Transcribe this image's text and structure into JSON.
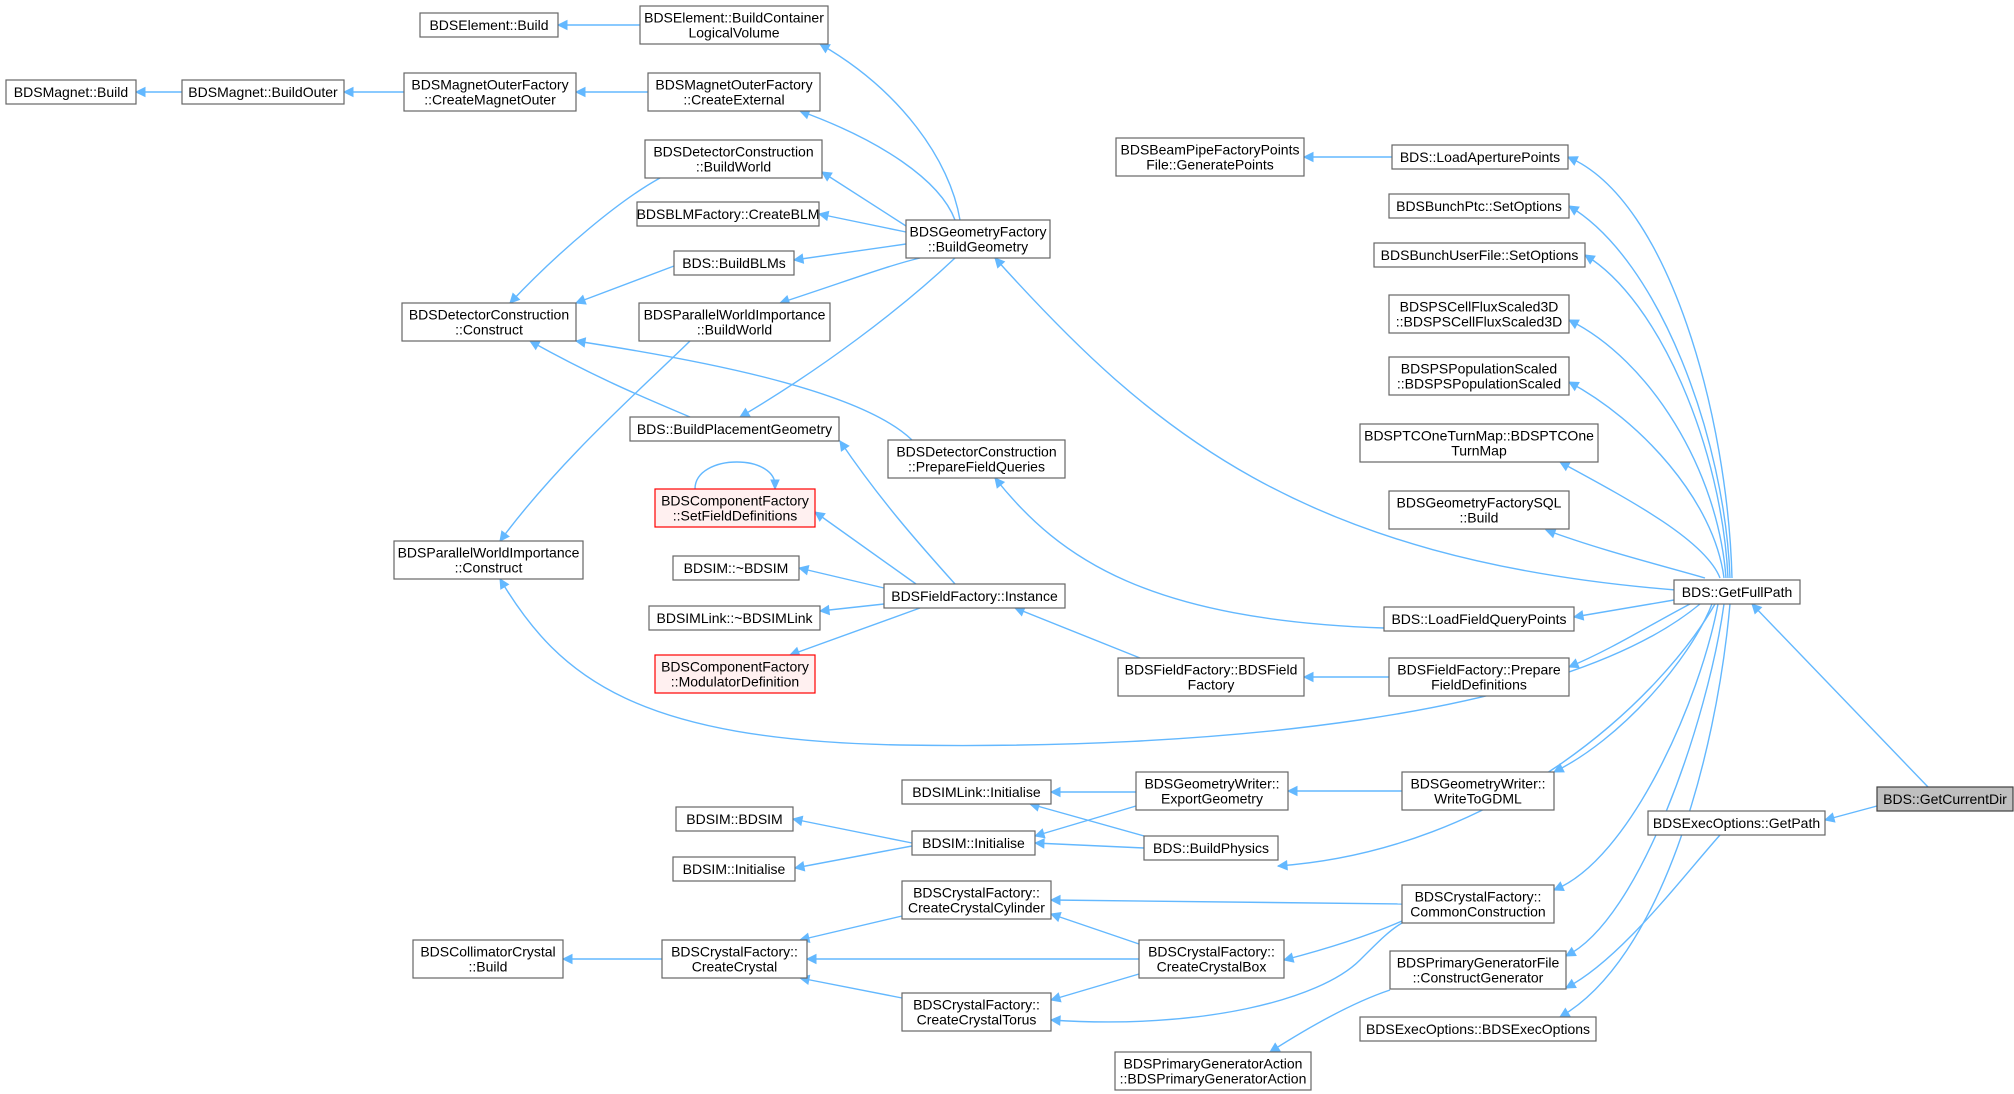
{
  "colors": {
    "edge": "#63b8ff",
    "node_border": "#666666",
    "node_fill": "#ffffff",
    "highlight_fill": "#bfbfbf",
    "highlight_border": "#404040",
    "red_border": "#ff0000",
    "red_fill": "#fff0f0"
  },
  "nodes": [
    {
      "id": "getcurrentdir",
      "lines": [
        "BDS::GetCurrentDir"
      ],
      "style": "highlight"
    },
    {
      "id": "getfullpath",
      "lines": [
        "BDS::GetFullPath"
      ]
    },
    {
      "id": "execopt_getpath",
      "lines": [
        "BDSExecOptions::GetPath"
      ]
    },
    {
      "id": "loadaperture",
      "lines": [
        "BDS::LoadAperturePoints"
      ]
    },
    {
      "id": "bunchptc",
      "lines": [
        "BDSBunchPtc::SetOptions"
      ]
    },
    {
      "id": "bunchuser",
      "lines": [
        "BDSBunchUserFile::SetOptions"
      ]
    },
    {
      "id": "pscellflux",
      "lines": [
        "BDSPSCellFluxScaled3D",
        "::BDSPSCellFluxScaled3D"
      ]
    },
    {
      "id": "pspop",
      "lines": [
        "BDSPSPopulationScaled",
        "::BDSPSPopulationScaled"
      ]
    },
    {
      "id": "ptconeturn",
      "lines": [
        "BDSPTCOneTurnMap::BDSPTCOne",
        "TurnMap"
      ]
    },
    {
      "id": "geomsql",
      "lines": [
        "BDSGeometryFactorySQL",
        "::Build"
      ]
    },
    {
      "id": "loadfieldquery",
      "lines": [
        "BDS::LoadFieldQueryPoints"
      ]
    },
    {
      "id": "preparefielddefs",
      "lines": [
        "BDSFieldFactory::Prepare",
        "FieldDefinitions"
      ]
    },
    {
      "id": "writetogdml",
      "lines": [
        "BDSGeometryWriter::",
        "WriteToGDML"
      ]
    },
    {
      "id": "commonconstruction",
      "lines": [
        "BDSCrystalFactory::",
        "CommonConstruction"
      ]
    },
    {
      "id": "constructgenerator",
      "lines": [
        "BDSPrimaryGeneratorFile",
        "::ConstructGenerator"
      ]
    },
    {
      "id": "execopt_ctor",
      "lines": [
        "BDSExecOptions::BDSExecOptions"
      ]
    },
    {
      "id": "beampipepoints",
      "lines": [
        "BDSBeamPipeFactoryPoints",
        "File::GeneratePoints"
      ]
    },
    {
      "id": "buildgeometry",
      "lines": [
        "BDSGeometryFactory",
        "::BuildGeometry"
      ]
    },
    {
      "id": "element_buildcontainer",
      "lines": [
        "BDSElement::BuildContainer",
        "LogicalVolume"
      ]
    },
    {
      "id": "element_build",
      "lines": [
        "BDSElement::Build"
      ]
    },
    {
      "id": "createexternal",
      "lines": [
        "BDSMagnetOuterFactory",
        "::CreateExternal"
      ]
    },
    {
      "id": "createmagnetouter",
      "lines": [
        "BDSMagnetOuterFactory",
        "::CreateMagnetOuter"
      ]
    },
    {
      "id": "magnet_buildouter",
      "lines": [
        "BDSMagnet::BuildOuter"
      ]
    },
    {
      "id": "magnet_build",
      "lines": [
        "BDSMagnet::Build"
      ]
    },
    {
      "id": "detcon_buildworld",
      "lines": [
        "BDSDetectorConstruction",
        "::BuildWorld"
      ]
    },
    {
      "id": "blm_createblm",
      "lines": [
        "BDSBLMFactory::CreateBLM"
      ]
    },
    {
      "id": "buildblms",
      "lines": [
        "BDS::BuildBLMs"
      ]
    },
    {
      "id": "pwi_buildworld",
      "lines": [
        "BDSParallelWorldImportance",
        "::BuildWorld"
      ]
    },
    {
      "id": "detcon_construct",
      "lines": [
        "BDSDetectorConstruction",
        "::Construct"
      ]
    },
    {
      "id": "buildplacement",
      "lines": [
        "BDS::BuildPlacementGeometry"
      ]
    },
    {
      "id": "preparefieldqueries",
      "lines": [
        "BDSDetectorConstruction",
        "::PrepareFieldQueries"
      ]
    },
    {
      "id": "setfielddefs",
      "lines": [
        "BDSComponentFactory",
        "::SetFieldDefinitions"
      ],
      "style": "red"
    },
    {
      "id": "bdsim_dtor",
      "lines": [
        "BDSIM::~BDSIM"
      ]
    },
    {
      "id": "bdsimlink_dtor",
      "lines": [
        "BDSIMLink::~BDSIMLink"
      ]
    },
    {
      "id": "modulatordef",
      "lines": [
        "BDSComponentFactory",
        "::ModulatorDefinition"
      ],
      "style": "red"
    },
    {
      "id": "fieldfactory_instance",
      "lines": [
        "BDSFieldFactory::Instance"
      ]
    },
    {
      "id": "fieldfactory_ctor",
      "lines": [
        "BDSFieldFactory::BDSField",
        "Factory"
      ]
    },
    {
      "id": "pwi_construct",
      "lines": [
        "BDSParallelWorldImportance",
        "::Construct"
      ]
    },
    {
      "id": "bdsimlink_init",
      "lines": [
        "BDSIMLink::Initialise"
      ]
    },
    {
      "id": "exportgeometry",
      "lines": [
        "BDSGeometryWriter::",
        "ExportGeometry"
      ]
    },
    {
      "id": "bdsim_ctor",
      "lines": [
        "BDSIM::BDSIM"
      ]
    },
    {
      "id": "bdsim_init2",
      "lines": [
        "BDSIM::Initialise"
      ]
    },
    {
      "id": "bdsim_init1",
      "lines": [
        "BDSIM::Initialise"
      ]
    },
    {
      "id": "buildphysics",
      "lines": [
        "BDS::BuildPhysics"
      ]
    },
    {
      "id": "createcylinder",
      "lines": [
        "BDSCrystalFactory::",
        "CreateCrystalCylinder"
      ]
    },
    {
      "id": "createcrystal",
      "lines": [
        "BDSCrystalFactory::",
        "CreateCrystal"
      ]
    },
    {
      "id": "collimatorcrystal",
      "lines": [
        "BDSCollimatorCrystal",
        "::Build"
      ]
    },
    {
      "id": "createbox",
      "lines": [
        "BDSCrystalFactory::",
        "CreateCrystalBox"
      ]
    },
    {
      "id": "createtorus",
      "lines": [
        "BDSCrystalFactory::",
        "CreateCrystalTorus"
      ]
    },
    {
      "id": "primarygenaction",
      "lines": [
        "BDSPrimaryGeneratorAction",
        "::BDSPrimaryGeneratorAction"
      ]
    }
  ]
}
